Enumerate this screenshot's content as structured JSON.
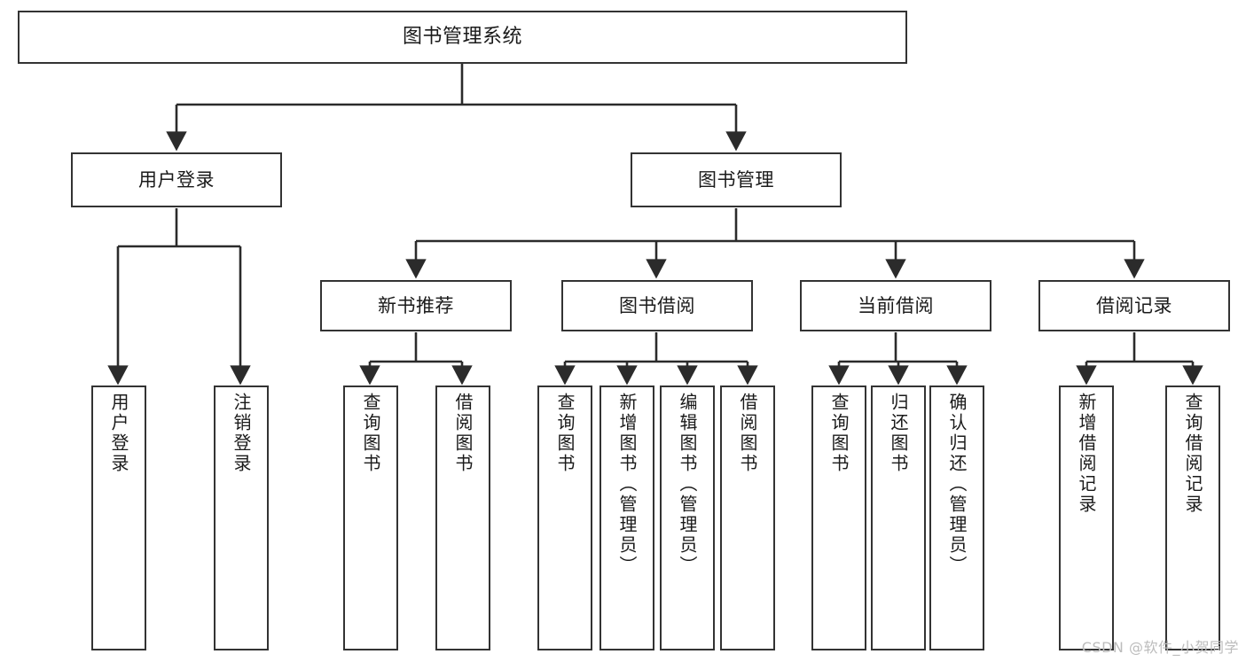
{
  "diagram": {
    "type": "tree-flowchart",
    "root": {
      "id": "root",
      "label": "图书管理系统"
    },
    "level2": [
      {
        "id": "user-login",
        "label": "用户登录"
      },
      {
        "id": "book-management",
        "label": "图书管理"
      }
    ],
    "level3": [
      {
        "id": "new-book-recommend",
        "label": "新书推荐",
        "parent": "book-management"
      },
      {
        "id": "book-borrow",
        "label": "图书借阅",
        "parent": "book-management"
      },
      {
        "id": "current-borrow",
        "label": "当前借阅",
        "parent": "book-management"
      },
      {
        "id": "borrow-record",
        "label": "借阅记录",
        "parent": "book-management"
      }
    ],
    "leaves": {
      "user_login": [
        {
          "id": "leaf-user-login",
          "label": "用户登录"
        },
        {
          "id": "leaf-logout-login",
          "label": "注销登录"
        }
      ],
      "new_book_recommend": [
        {
          "id": "leaf-query-book-1",
          "label": "查询图书"
        },
        {
          "id": "leaf-borrow-book-1",
          "label": "借阅图书"
        }
      ],
      "book_borrow": [
        {
          "id": "leaf-query-book-2",
          "label": "查询图书"
        },
        {
          "id": "leaf-add-book",
          "label": "新增图书（管理员）"
        },
        {
          "id": "leaf-edit-book",
          "label": "编辑图书（管理员）"
        },
        {
          "id": "leaf-borrow-book-2",
          "label": "借阅图书"
        }
      ],
      "current_borrow": [
        {
          "id": "leaf-query-book-3",
          "label": "查询图书"
        },
        {
          "id": "leaf-return-book",
          "label": "归还图书"
        },
        {
          "id": "leaf-confirm-return",
          "label": "确认归还（管理员）"
        }
      ],
      "borrow_record": [
        {
          "id": "leaf-add-record",
          "label": "新增借阅记录"
        },
        {
          "id": "leaf-query-record",
          "label": "查询借阅记录"
        }
      ]
    }
  },
  "watermark": {
    "text": "CSDN @软件_小贺同学"
  },
  "colors": {
    "box_border": "#333333",
    "box_fill": "#ffffff",
    "connector": "#2b2b2b",
    "text": "#1a1a1a",
    "watermark": "#bcbcbc"
  }
}
